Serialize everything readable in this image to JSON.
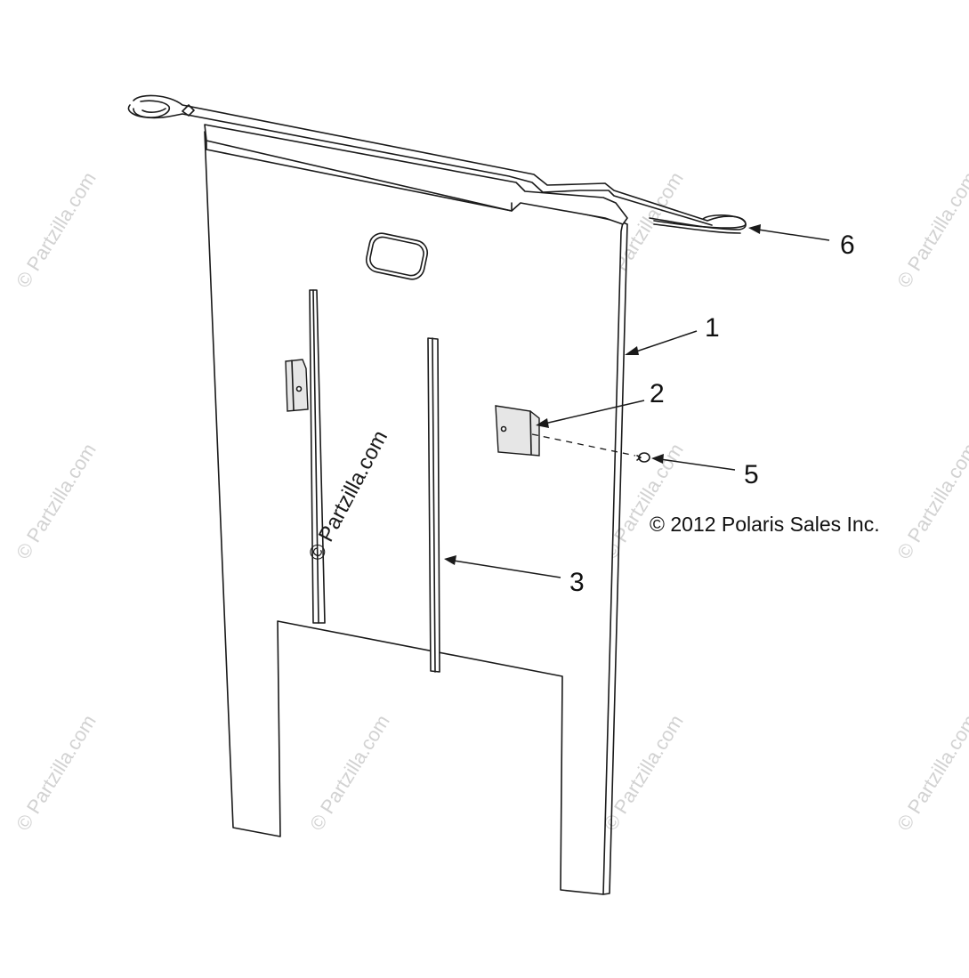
{
  "callouts": [
    {
      "id": "1",
      "label": "1"
    },
    {
      "id": "2",
      "label": "2"
    },
    {
      "id": "3",
      "label": "3"
    },
    {
      "id": "5",
      "label": "5"
    },
    {
      "id": "6",
      "label": "6"
    }
  ],
  "copyright": "© 2012 Polaris Sales Inc.",
  "watermark": {
    "main": "© Partzilla.com",
    "repeat": "© Partzilla.com"
  },
  "colors": {
    "line": "#1a1a1a",
    "watermark": "#d2d2d2",
    "background": "#ffffff"
  }
}
